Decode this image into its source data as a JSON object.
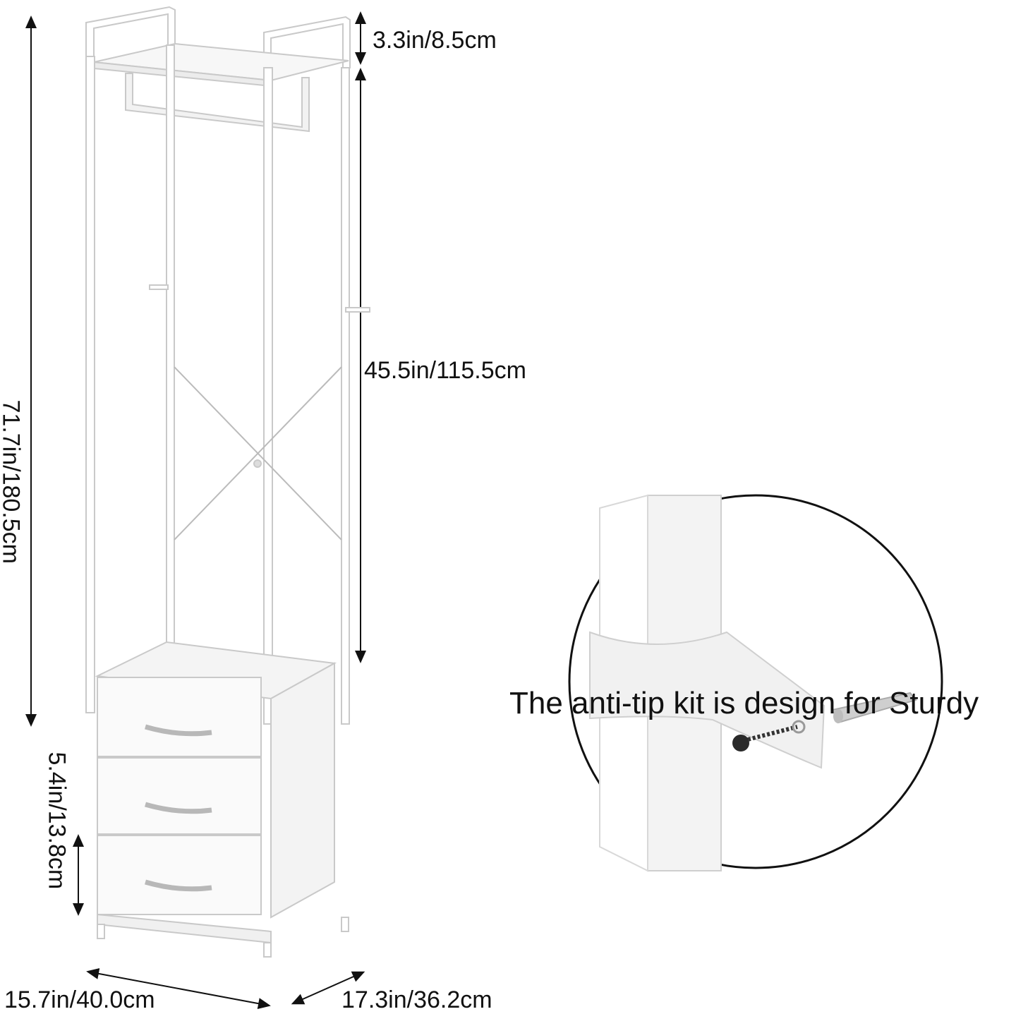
{
  "dimensions": {
    "top_gap": "3.3in/8.5cm",
    "hanging_height": "45.5in/115.5cm",
    "total_height": "71.7in/180.5cm",
    "drawer_height": "5.4in/13.8cm",
    "width": "15.7in/40.0cm",
    "depth": "17.3in/36.2cm"
  },
  "caption": "The anti-tip kit is design for Sturdy"
}
